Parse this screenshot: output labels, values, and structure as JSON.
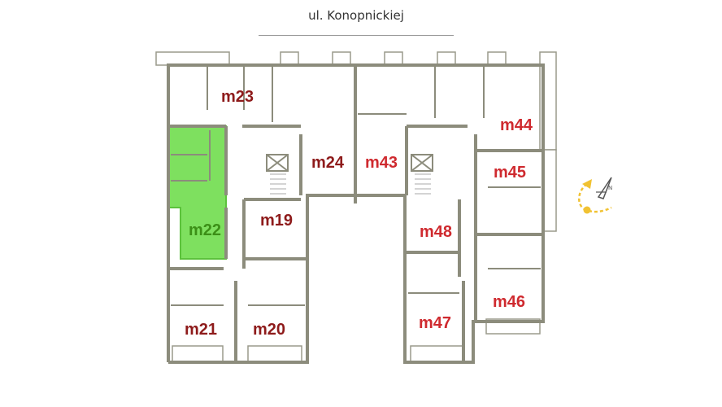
{
  "street": "ul. Konopnickiej",
  "colors": {
    "selected_unit": "#7ee05f",
    "wall": "#8c8c7c",
    "label_dark": "#8e1b1b",
    "label_red": "#cf2a2f",
    "compass": "#f1c232"
  },
  "selected_unit": "m22",
  "units": [
    {
      "id": "m23",
      "label": "m23"
    },
    {
      "id": "m24",
      "label": "m24"
    },
    {
      "id": "m43",
      "label": "m43"
    },
    {
      "id": "m44",
      "label": "m44"
    },
    {
      "id": "m45",
      "label": "m45"
    },
    {
      "id": "m22",
      "label": "m22"
    },
    {
      "id": "m19",
      "label": "m19"
    },
    {
      "id": "m48",
      "label": "m48"
    },
    {
      "id": "m46",
      "label": "m46"
    },
    {
      "id": "m21",
      "label": "m21"
    },
    {
      "id": "m20",
      "label": "m20"
    },
    {
      "id": "m47",
      "label": "m47"
    }
  ],
  "compass": {
    "icon": "north-arrow-icon",
    "letter": "N"
  }
}
